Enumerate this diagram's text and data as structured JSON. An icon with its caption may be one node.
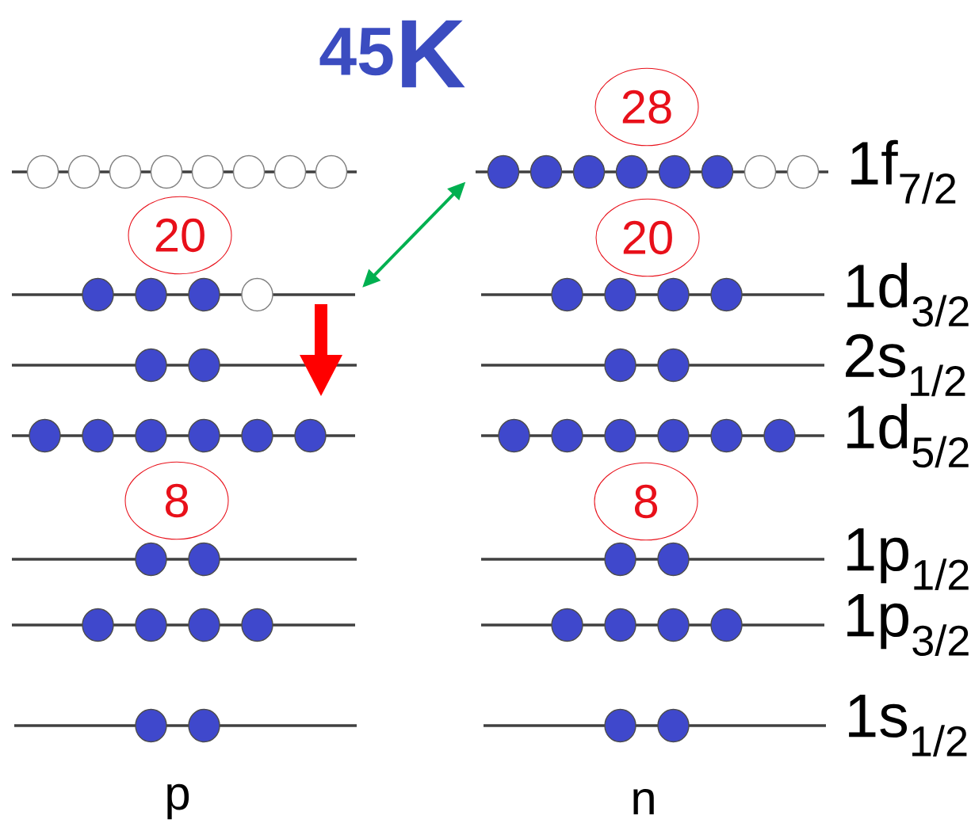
{
  "diagram": {
    "title": "$^{45}$K",
    "nodes": [
      {
        "text": [
          "28"
        ]
      },
      {
        "text": [],
        "shape": "bar"
      },
      {
        "text": [],
        "shape": "bar",
        "beside": [
          "1f$_{7/2}$"
        ]
      },
      {
        "text": [
          "20"
        ]
      },
      {
        "text": [
          "20"
        ]
      },
      {
        "text": [],
        "shape": "bar"
      },
      {
        "text": [],
        "shape": "bar",
        "beside": [
          "1d$_{3/2}$"
        ]
      },
      {
        "text": [],
        "shape": "bar"
      },
      {
        "text": [],
        "shape": "bar",
        "beside": [
          "2s$_{1/2}$"
        ]
      },
      {
        "text": [],
        "shape": "bar"
      },
      {
        "text": [],
        "shape": "bar",
        "beside": [
          "1d$_{5/2}$"
        ]
      },
      {
        "text": [
          "8"
        ]
      },
      {
        "text": [
          "8"
        ]
      },
      {
        "text": [],
        "shape": "bar"
      },
      {
        "text": [],
        "shape": "bar",
        "beside": [
          "1p$_{1/2}$"
        ]
      },
      {
        "text": [],
        "shape": "bar"
      },
      {
        "text": [],
        "shape": "bar",
        "beside": [
          "1p$_{3/2}$"
        ]
      },
      {
        "text": [],
        "shape": "bar"
      },
      {
        "text": [],
        "shape": "bar",
        "beside": [
          "1s$_{1/2}$"
        ]
      }
    ],
    "edges": [
      {
        "from": 5,
        "to": 2,
        "arrow": "both",
        "color": "#00b050"
      }
    ],
    "labels": [
      "p",
      "n"
    ]
  }
}
